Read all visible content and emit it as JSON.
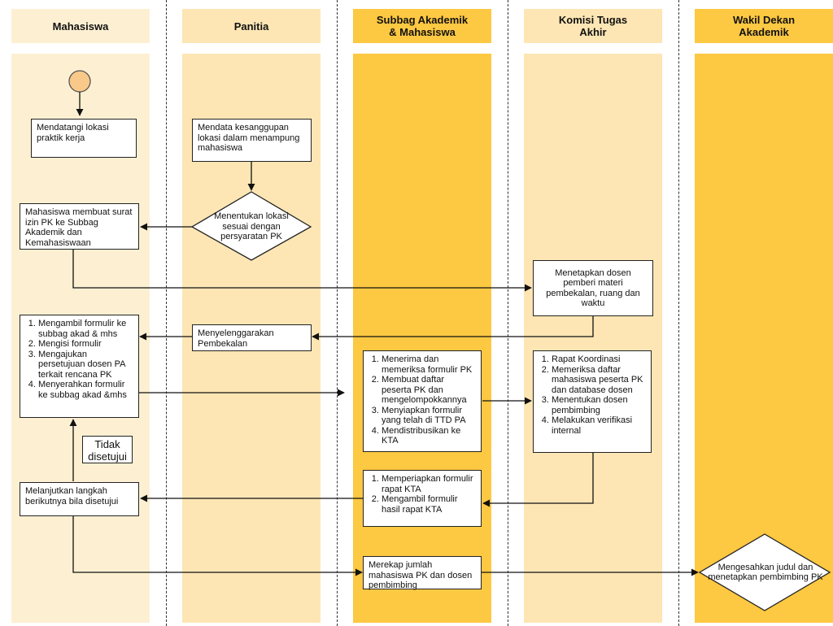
{
  "lanes": [
    {
      "title": "Mahasiswa"
    },
    {
      "title": "Panitia"
    },
    {
      "title": "Subbag Akademik & Mahasiswa"
    },
    {
      "title": "Komisi Tugas Akhir"
    },
    {
      "title": "Wakil Dekan Akademik"
    }
  ],
  "colors": {
    "lane_light": "#fdf0d2",
    "lane_medium": "#fde6b4",
    "lane_strong": "#fdc842",
    "start_node": "#f9c98a"
  },
  "steps": {
    "datangi": "Mendatangi lokasi praktik kerja",
    "mendata": "Mendata kesanggupan lokasi dalam menampung mahasiswa",
    "tentukan_lokasi": "Menentukan lokasi sesuai dengan persyaratan PK",
    "surat_izin": "Mahasiswa membuat surat izin PK ke Subbag Akademik dan Kemahasiswaan",
    "tetapkan_dosen": "Menetapkan dosen pemberi materi pembekalan, ruang dan waktu",
    "pembekalan": "Menyelenggarakan Pembekalan",
    "mhs_list": [
      "Mengambil formulir ke subbag akad & mhs",
      "Mengisi formulir",
      "Mengajukan persetujuan dosen PA terkait rencana PK",
      "Menyerahkan formulir ke subbag akad &mhs"
    ],
    "subbag_list": [
      "Menerima dan memeriksa formulir PK",
      "Membuat daftar peserta PK dan mengelompokkannya",
      "Menyiapkan formulir yang telah di TTD PA",
      "Mendistribusikan ke KTA"
    ],
    "kta_list": [
      "Rapat Koordinasi",
      "Memeriksa daftar mahasiswa peserta PK dan database dosen",
      "Menentukan dosen pembimbing",
      "Melakukan verifikasi internal"
    ],
    "tidak_disetujui": "Tidak disetujui",
    "lanjut": "Melanjutkan langkah berikutnya bila disetujui",
    "rapat_list": [
      "Memperiapkan formulir rapat KTA",
      "Mengambil formulir hasil rapat KTA"
    ],
    "rekap": "Merekap jumlah mahasiswa PK dan dosen pembimbing",
    "sahkan": "Mengesahkan judul dan menetapkan pembimbing PK"
  }
}
